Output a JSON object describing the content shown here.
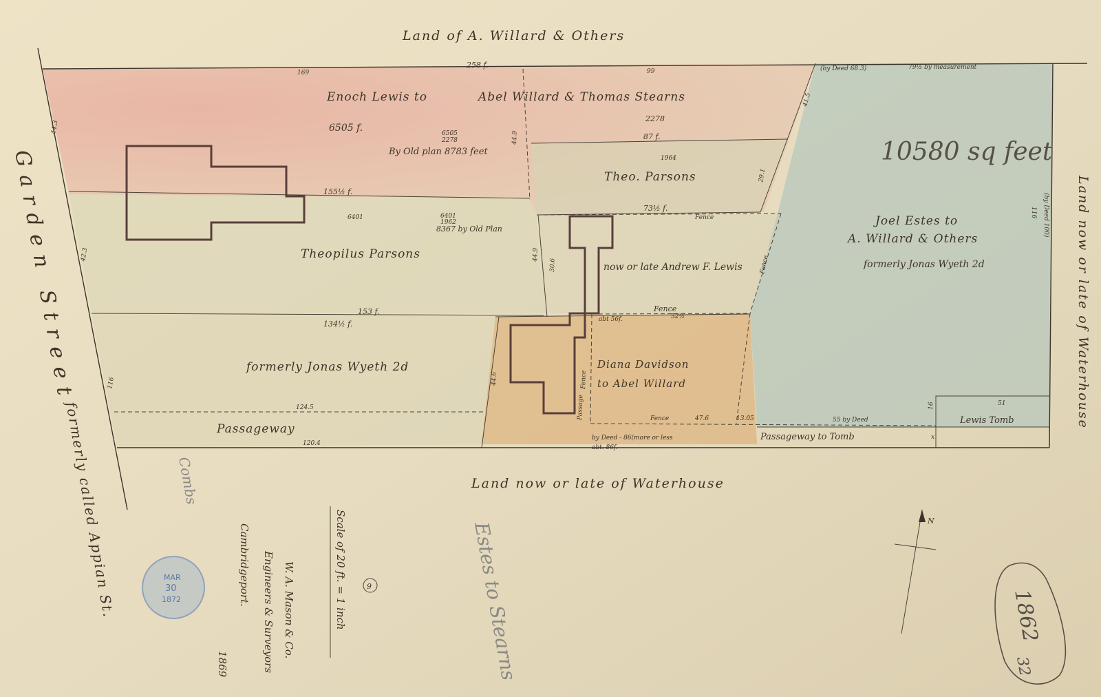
{
  "sheet": {
    "top_border_label": "Land of A. Willard & Others",
    "bottom_border_label": "Land now or late of Waterhouse",
    "right_border_label": "Land now or late of Waterhouse",
    "street_name": "Garden Street",
    "street_former_name": "formerly called Appian St.",
    "colors": {
      "paper": "#e8dec3",
      "pink_parcel": "#e6b8a6",
      "green_parcel": "#d8d8b8",
      "blue_parcel": "#b9c8bc",
      "orange_parcel": "#dcae78",
      "ink": "#3d3428",
      "stamp": "#6f8fb8"
    }
  },
  "parcels": {
    "lewis_to_willard": {
      "owner_left": "Enoch Lewis to",
      "owner_right": "Abel Willard & Thomas Stearns",
      "area_1": "6505 f.",
      "area_2": "2278",
      "sum_a": "6505",
      "sum_b": "2278",
      "old_plan": "By Old plan 8783 feet"
    },
    "theo_parsons_small": {
      "owner": "Theo. Parsons",
      "area": "1964"
    },
    "theophilus_parsons": {
      "owner": "Theopilus Parsons",
      "area": "6401",
      "calc_a": "6401",
      "calc_b": "1962",
      "old_plan": "8367 by Old Plan"
    },
    "andrew_lewis": {
      "owner": "now or late Andrew F. Lewis"
    },
    "joel_estes": {
      "owner_1": "Joel Estes to",
      "owner_2": "A. Willard & Others",
      "owner_3": "formerly Jonas Wyeth 2d",
      "area": "10580 sq feet"
    },
    "jonas_wyeth": {
      "owner": "formerly Jonas Wyeth 2d"
    },
    "passageway": {
      "label": "Passageway"
    },
    "davidson": {
      "owner_1": "Diana Davidson",
      "owner_2": "to Abel Willard",
      "passage": "Passage"
    },
    "tomb_passage": {
      "label": "Passageway to Tomb"
    },
    "lewis_tomb": {
      "label": "Lewis Tomb",
      "dim": "51"
    }
  },
  "dimensions": {
    "top_total": "258 f.",
    "top_left": "169",
    "top_mid": "99",
    "by_deed_top": "(by Deed 68.3)",
    "by_measurement": "79½ by measurement",
    "right_by_deed": "(by Deed 100)",
    "right_edge": "116",
    "d_87": "87 f.",
    "d_73": "73½ f.",
    "d_155": "155½ f.",
    "d_153": "153 f.",
    "d_134": "134½ f.",
    "d_124": "124.5",
    "d_120": "120.4",
    "d_left_a": "44.3",
    "d_left_b": "42.3",
    "d_left_c": "116",
    "d_44_a": "44.9",
    "d_44_b": "44.9",
    "d_44_c": "44.6",
    "d_30": "30.6",
    "d_29": "29.1",
    "d_41": "41.5",
    "d_fence_1": "Fence",
    "d_fence_2": "Fence",
    "d_fence_3": "Fence",
    "d_fence_4": "Fence",
    "d_fence_5": "Fence",
    "d_52": "52½",
    "d_56": "abt 56f.",
    "d_47": "47.6",
    "d_13": "13.05",
    "d_55": "55 by Deed",
    "d_by_deed_bottom": "by Deed - 86(more or less",
    "d_abt_bottom": "abt. 86f.",
    "d_tomb": "16",
    "d_x": "x"
  },
  "notes": {
    "scale": "Scale of 20 ft. = 1 inch",
    "maker_1": "W. A. Mason & Co.",
    "maker_2": "Engineers & Surveyors",
    "maker_3": "Cambridgeport.",
    "year": "1869",
    "plan_number": "9",
    "catalog_number": "1862",
    "catalog_suffix": "32",
    "stamp_month": "MAR",
    "stamp_day": "30",
    "stamp_year": "1872",
    "pencil_right": "Estes to Stearns",
    "pencil_left": "Combs",
    "north_label": "N"
  }
}
